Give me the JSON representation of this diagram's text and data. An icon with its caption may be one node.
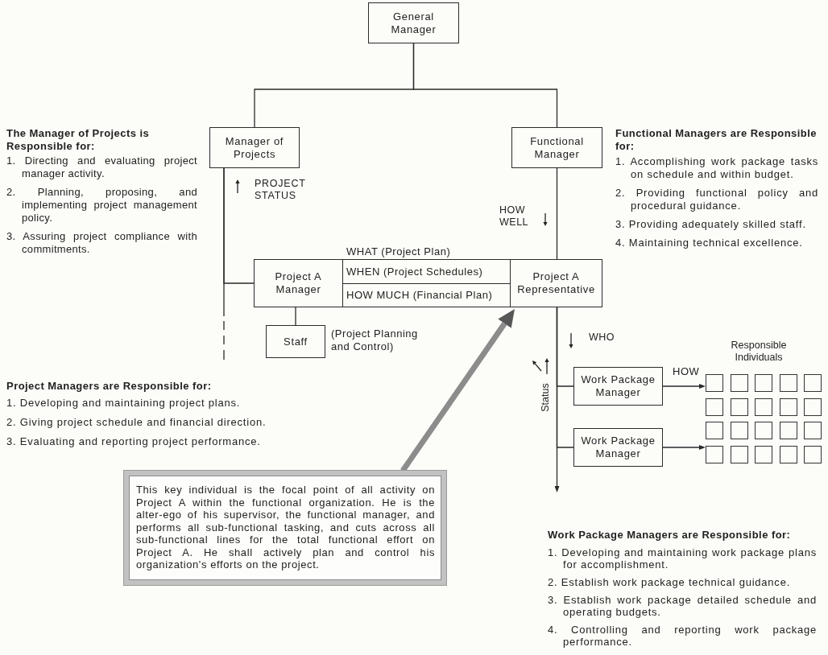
{
  "diagram": {
    "nodes": [
      {
        "text": [
          "General Manager"
        ]
      },
      {
        "text": [
          "Manager of Projects"
        ]
      },
      {
        "text": [
          "Functional Manager"
        ]
      },
      {
        "text": [
          "Project A Manager"
        ]
      },
      {
        "text": [
          "WHAT (Project Plan)",
          "WHEN (Project Schedules)",
          "HOW MUCH (Financial Plan)"
        ]
      },
      {
        "text": [
          "Project A Representative"
        ]
      },
      {
        "text": [
          "Staff"
        ],
        "beside": [
          "(Project Planning and Control)"
        ]
      },
      {
        "text": [
          "Work Package Manager"
        ]
      },
      {
        "text": [
          "Work Package Manager"
        ]
      },
      {
        "text": [],
        "shape": "box"
      },
      {
        "text": [],
        "shape": "box"
      },
      {
        "text": [],
        "shape": "box"
      },
      {
        "text": [],
        "shape": "box"
      },
      {
        "text": [],
        "shape": "box"
      },
      {
        "text": [],
        "shape": "box"
      },
      {
        "text": [],
        "shape": "box"
      },
      {
        "text": [],
        "shape": "box"
      },
      {
        "text": [],
        "shape": "box"
      },
      {
        "text": [],
        "shape": "box"
      },
      {
        "text": [],
        "shape": "box"
      },
      {
        "text": [],
        "shape": "box"
      },
      {
        "text": [],
        "shape": "box"
      },
      {
        "text": [],
        "shape": "box"
      },
      {
        "text": [],
        "shape": "box"
      },
      {
        "text": [],
        "shape": "box"
      },
      {
        "text": [],
        "shape": "box"
      },
      {
        "text": [],
        "shape": "box"
      },
      {
        "text": [],
        "shape": "box"
      },
      {
        "text": [],
        "shape": "box"
      },
      {
        "text": [
          "This key individual is the focal point of all activity on Project A within the functional organization. He is the alter-ego of his supervisor, the functional manager, and performs all sub-functional tasking, and cuts across all sub-functional lines for the total functional effort on Project A. He shall actively plan and control his organization's efforts on the project."
        ]
      }
    ],
    "edges": [
      {
        "from": 0,
        "to": 1,
        "arrow": "none"
      },
      {
        "from": 0,
        "to": 2,
        "arrow": "none"
      },
      {
        "from": 1,
        "to": 3,
        "arrow": "none"
      },
      {
        "from": 1,
        "to": null,
        "arrow": "none",
        "style": "dashed"
      },
      {
        "from": 2,
        "to": 5,
        "arrow": "none"
      },
      {
        "from": 3,
        "to": 6,
        "arrow": "none"
      },
      {
        "from": 5,
        "to": 7,
        "arrow": "none"
      },
      {
        "from": 5,
        "to": 8,
        "arrow": "none"
      },
      {
        "from": 5,
        "to": null,
        "arrow": "to"
      },
      {
        "from": 7,
        "to": 9,
        "arrow": "to",
        "label": "HOW"
      },
      {
        "from": 8,
        "to": 24,
        "arrow": "to"
      },
      {
        "from": 29,
        "to": 5,
        "arrow": "to",
        "style": "thick",
        "color": "#8c8c8c"
      }
    ],
    "labels": [
      "The Manager of Projects is Responsible for:",
      "1. Directing and evaluating project manager activity.",
      "2. Planning, proposing, and implementing project management policy.",
      "3. Assuring project compliance with commitments.",
      "Functional Managers are Responsible for:",
      "1. Accomplishing work package tasks on schedule and within budget.",
      "2. Providing functional policy and procedural guidance.",
      "3. Providing adequately skilled staff.",
      "4. Maintaining technical excellence.",
      "PROJECT STATUS",
      "HOW WELL",
      "WHO",
      "Responsible Individuals",
      "Status",
      "Project Managers are Responsible for:",
      "1. Developing and maintaining project plans.",
      "2. Giving project schedule and financial direction.",
      "3. Evaluating and reporting project performance.",
      "Work Package Managers are Responsible for:",
      "1. Developing and maintaining work package plans for accomplishment.",
      "2. Establish work package technical guidance.",
      "3. Establish work package detailed schedule and operating budgets.",
      "4. Controlling and reporting work package performance."
    ]
  }
}
